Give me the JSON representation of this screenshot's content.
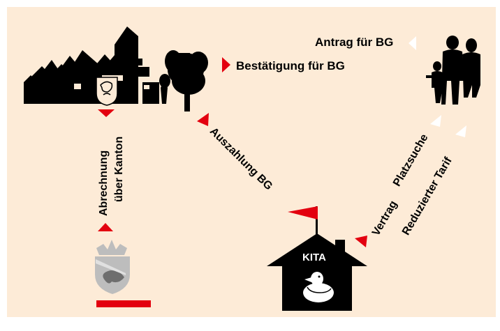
{
  "colors": {
    "background": "#fdebd7",
    "accent_red": "#e3000f",
    "arrow_white": "#ffffff",
    "silhouette": "#000000",
    "coat_of_arms": "#bdbdbd"
  },
  "labels": {
    "antrag": "Antrag für BG",
    "bestaetigung": "Bestätigung für BG",
    "abrechnung_line1": "Abrechnung",
    "abrechnung_line2": "über Kanton",
    "auszahlung": "Auszahlung BG",
    "platzsuche": "Platzsuche",
    "reduzierter_tarif": "Reduzierter Tarif",
    "vertrag": "Vertrag",
    "kita": "KITA"
  },
  "icons": {
    "municipality": "town-silhouette-icon",
    "municipal_crest": "municipal-coat-of-arms-icon",
    "canton_crest": "bern-coat-of-arms-icon",
    "family": "family-silhouette-icon",
    "daycare": "kita-house-icon",
    "duck": "duck-icon",
    "flag": "flag-icon"
  }
}
